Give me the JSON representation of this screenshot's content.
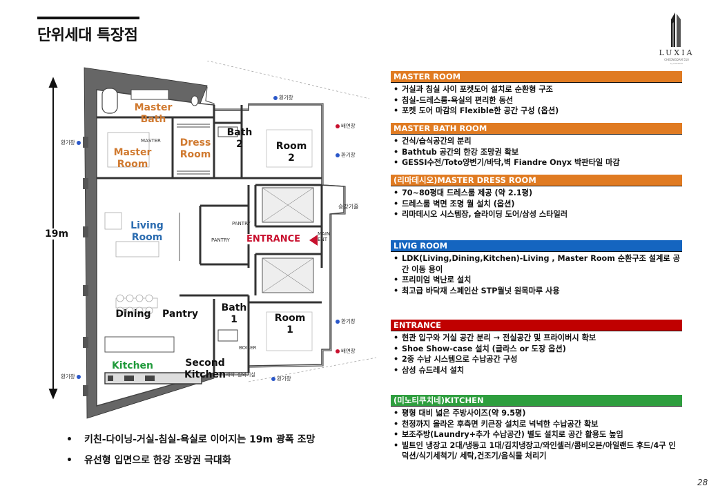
{
  "title": "단위세대 특장점",
  "logo": {
    "word": "LUXIA",
    "sub": "CHEONGDAM 510",
    "sub2": "by DAEWOO"
  },
  "dimension": "19m",
  "rooms": {
    "master_bath": "Master Bath",
    "master_room": "Master Room",
    "dress_room": "Dress Room",
    "living_room": "Living Room",
    "kitchen": "Kitchen",
    "bath2": "Bath 2",
    "room2": "Room 2",
    "bath1": "Bath 1",
    "room1": "Room 1",
    "dining": "Dining",
    "pantry": "Pantry",
    "second_kitchen": "Second Kitchen",
    "entrance": "ENTRANCE"
  },
  "plan_small": {
    "vent": "환기창",
    "exhaust": "배연창",
    "boiler": "BOILER",
    "pantry_sm": "PANTRY",
    "main_ent": "MAIN ENT",
    "master_sm": "MASTER",
    "outdoor": "실외기실",
    "supply": "승강기홀",
    "laundry": "세탁"
  },
  "bullets": [
    "키친-다이닝-거실-침실-욕실로 이어지는 19m 광폭 조망",
    "유선형 입면으로 한강 조망권 극대화"
  ],
  "sections": [
    {
      "header": "MASTER ROOM",
      "color": "#e07b22",
      "items": [
        "거실과 침실 사이 포켓도어 설치로 순환형 구조",
        "침실-드레스룸-욕실의 편리한 동선",
        "포켓 도어 마감의 Flexible한 공간 구성 (옵션)"
      ]
    },
    {
      "header": "MASTER BATH ROOM",
      "color": "#e07b22",
      "items": [
        "건식/습식공간의 분리",
        "Bathtub 공간의 한강 조망권 확보",
        "GESSI수전/Toto양변기/바닥,벽 Fiandre Onyx 박판타일 마감"
      ]
    },
    {
      "header": "(리마데시오)MASTER DRESS ROOM",
      "color": "#e07b22",
      "items": [
        "70~80평대 드레스룸 제공 (약 2.1평)",
        "드레스룸 벽면 조명 월 설치 (옵션)",
        "리마데시오 시스템장, 슬라이딩 도어/삼성 스타일러"
      ]
    },
    {
      "header": "LIVIG ROOM",
      "color": "#1565c0",
      "items": [
        "LDK(Living,Dining,Kitchen)-Living , Master Room 순환구조 설계로 공간 이동 용이",
        "프리미엄 벽난로 설치",
        "최고급 바닥재 스페인산 STP월넛 원목마루 사용"
      ]
    },
    {
      "header": "ENTRANCE",
      "color": "#c00000",
      "items": [
        "현관 입구와 거실 공간 분리 → 전실공간 및 프라이버시 확보",
        "Shoe Show-case 설치 (글라스 or 도장 옵션)",
        "2중 수납 시스템으로 수납공간 구성",
        "삼성 슈드레서 설치"
      ]
    },
    {
      "header": "(미노티쿠치네)KITCHEN",
      "color": "#2e9e3e",
      "items": [
        "평형 대비 넓은 주방사이즈(약 9.5평)",
        "천정까지 올라온 후측면 키큰장 설치로 넉넉한 수납공간 확보",
        "보조주방(Laundry+추가 수납공간) 별도 설치로 공간 활용도 높임",
        "빌트인 냉장고 2대/냉동고 1대/김치냉장고/와인셀러/콤비오븐/아일랜드 후드/4구 인덕션/식기세척기/ 세탁,건조기/음식물 처리기"
      ]
    }
  ],
  "page_number": "28"
}
